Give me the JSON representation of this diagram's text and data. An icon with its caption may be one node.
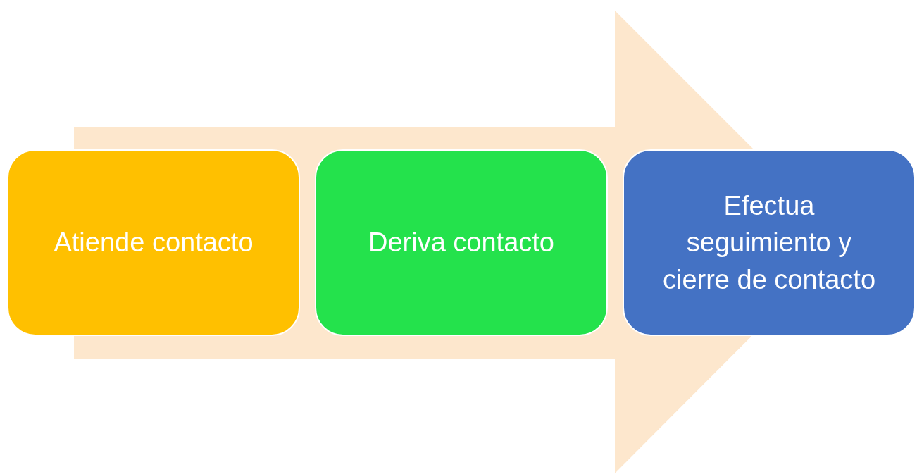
{
  "diagram": {
    "nodes": [
      {
        "text": [
          "Atiende contacto"
        ]
      },
      {
        "text": [
          "Deriva contacto"
        ]
      },
      {
        "text": [
          "Efectua seguimiento y cierre de contacto"
        ]
      }
    ],
    "edges": [
      {
        "from": 0,
        "to": 2,
        "arrow": "to"
      }
    ]
  }
}
